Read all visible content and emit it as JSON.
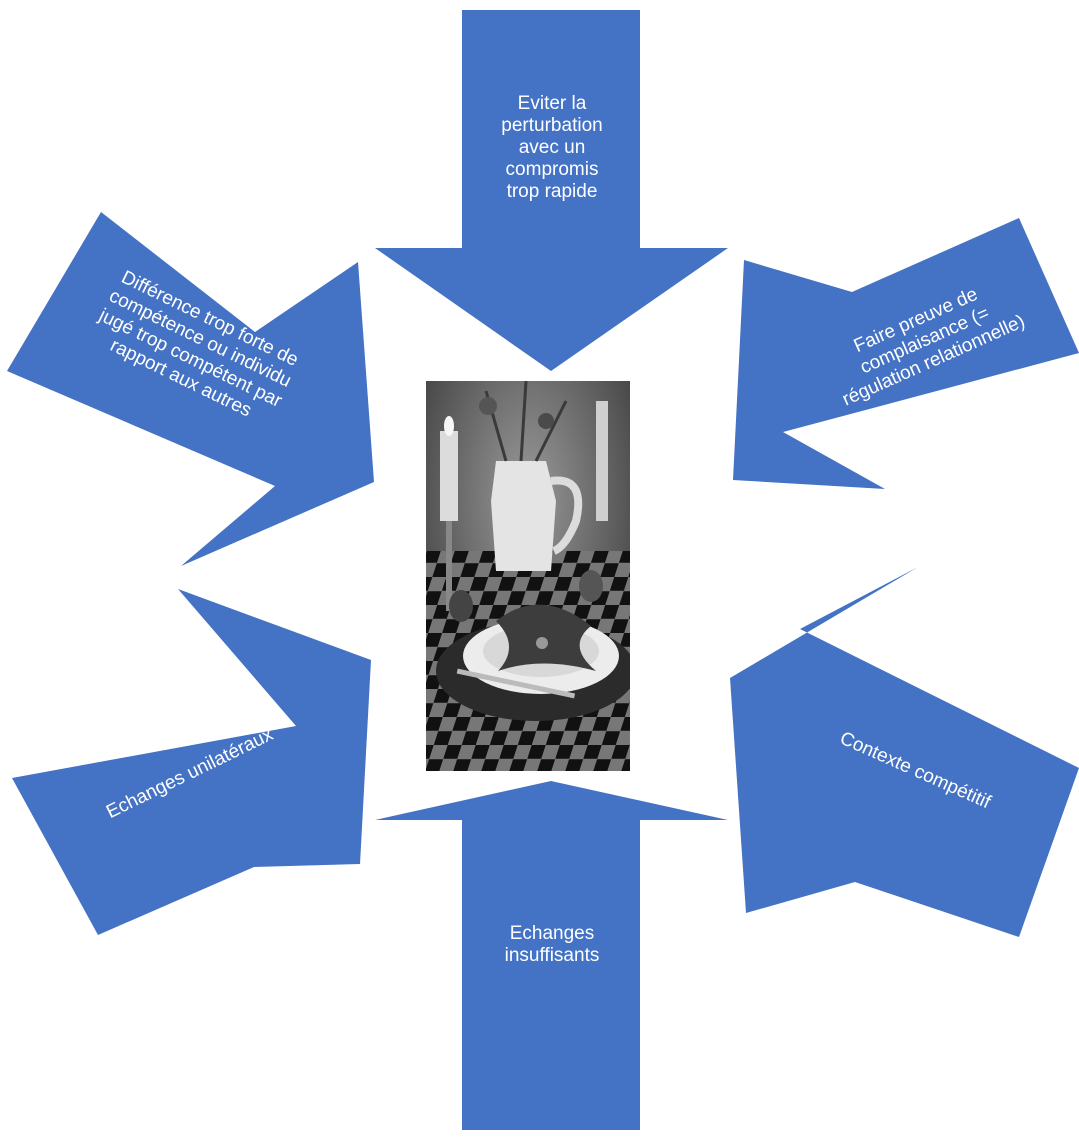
{
  "diagram": {
    "arrow_color": "#4472C4",
    "center_image": "table-setting-photo",
    "arrows": [
      {
        "id": "top",
        "label": "Eviter la\nperturbation\navec un\ncompromis\ntrop rapide"
      },
      {
        "id": "upper-right",
        "label": "Faire preuve de\ncomplaisance (=\nrégulation relationnelle)"
      },
      {
        "id": "lower-right",
        "label": "Contexte compétitif"
      },
      {
        "id": "bottom",
        "label": "Echanges\ninsuffisants"
      },
      {
        "id": "lower-left",
        "label": "Echanges unilatéraux"
      },
      {
        "id": "upper-left",
        "label": "Différence trop forte de\ncompétence ou individu\njugé trop compétent par\nrapport aux autres"
      }
    ]
  }
}
